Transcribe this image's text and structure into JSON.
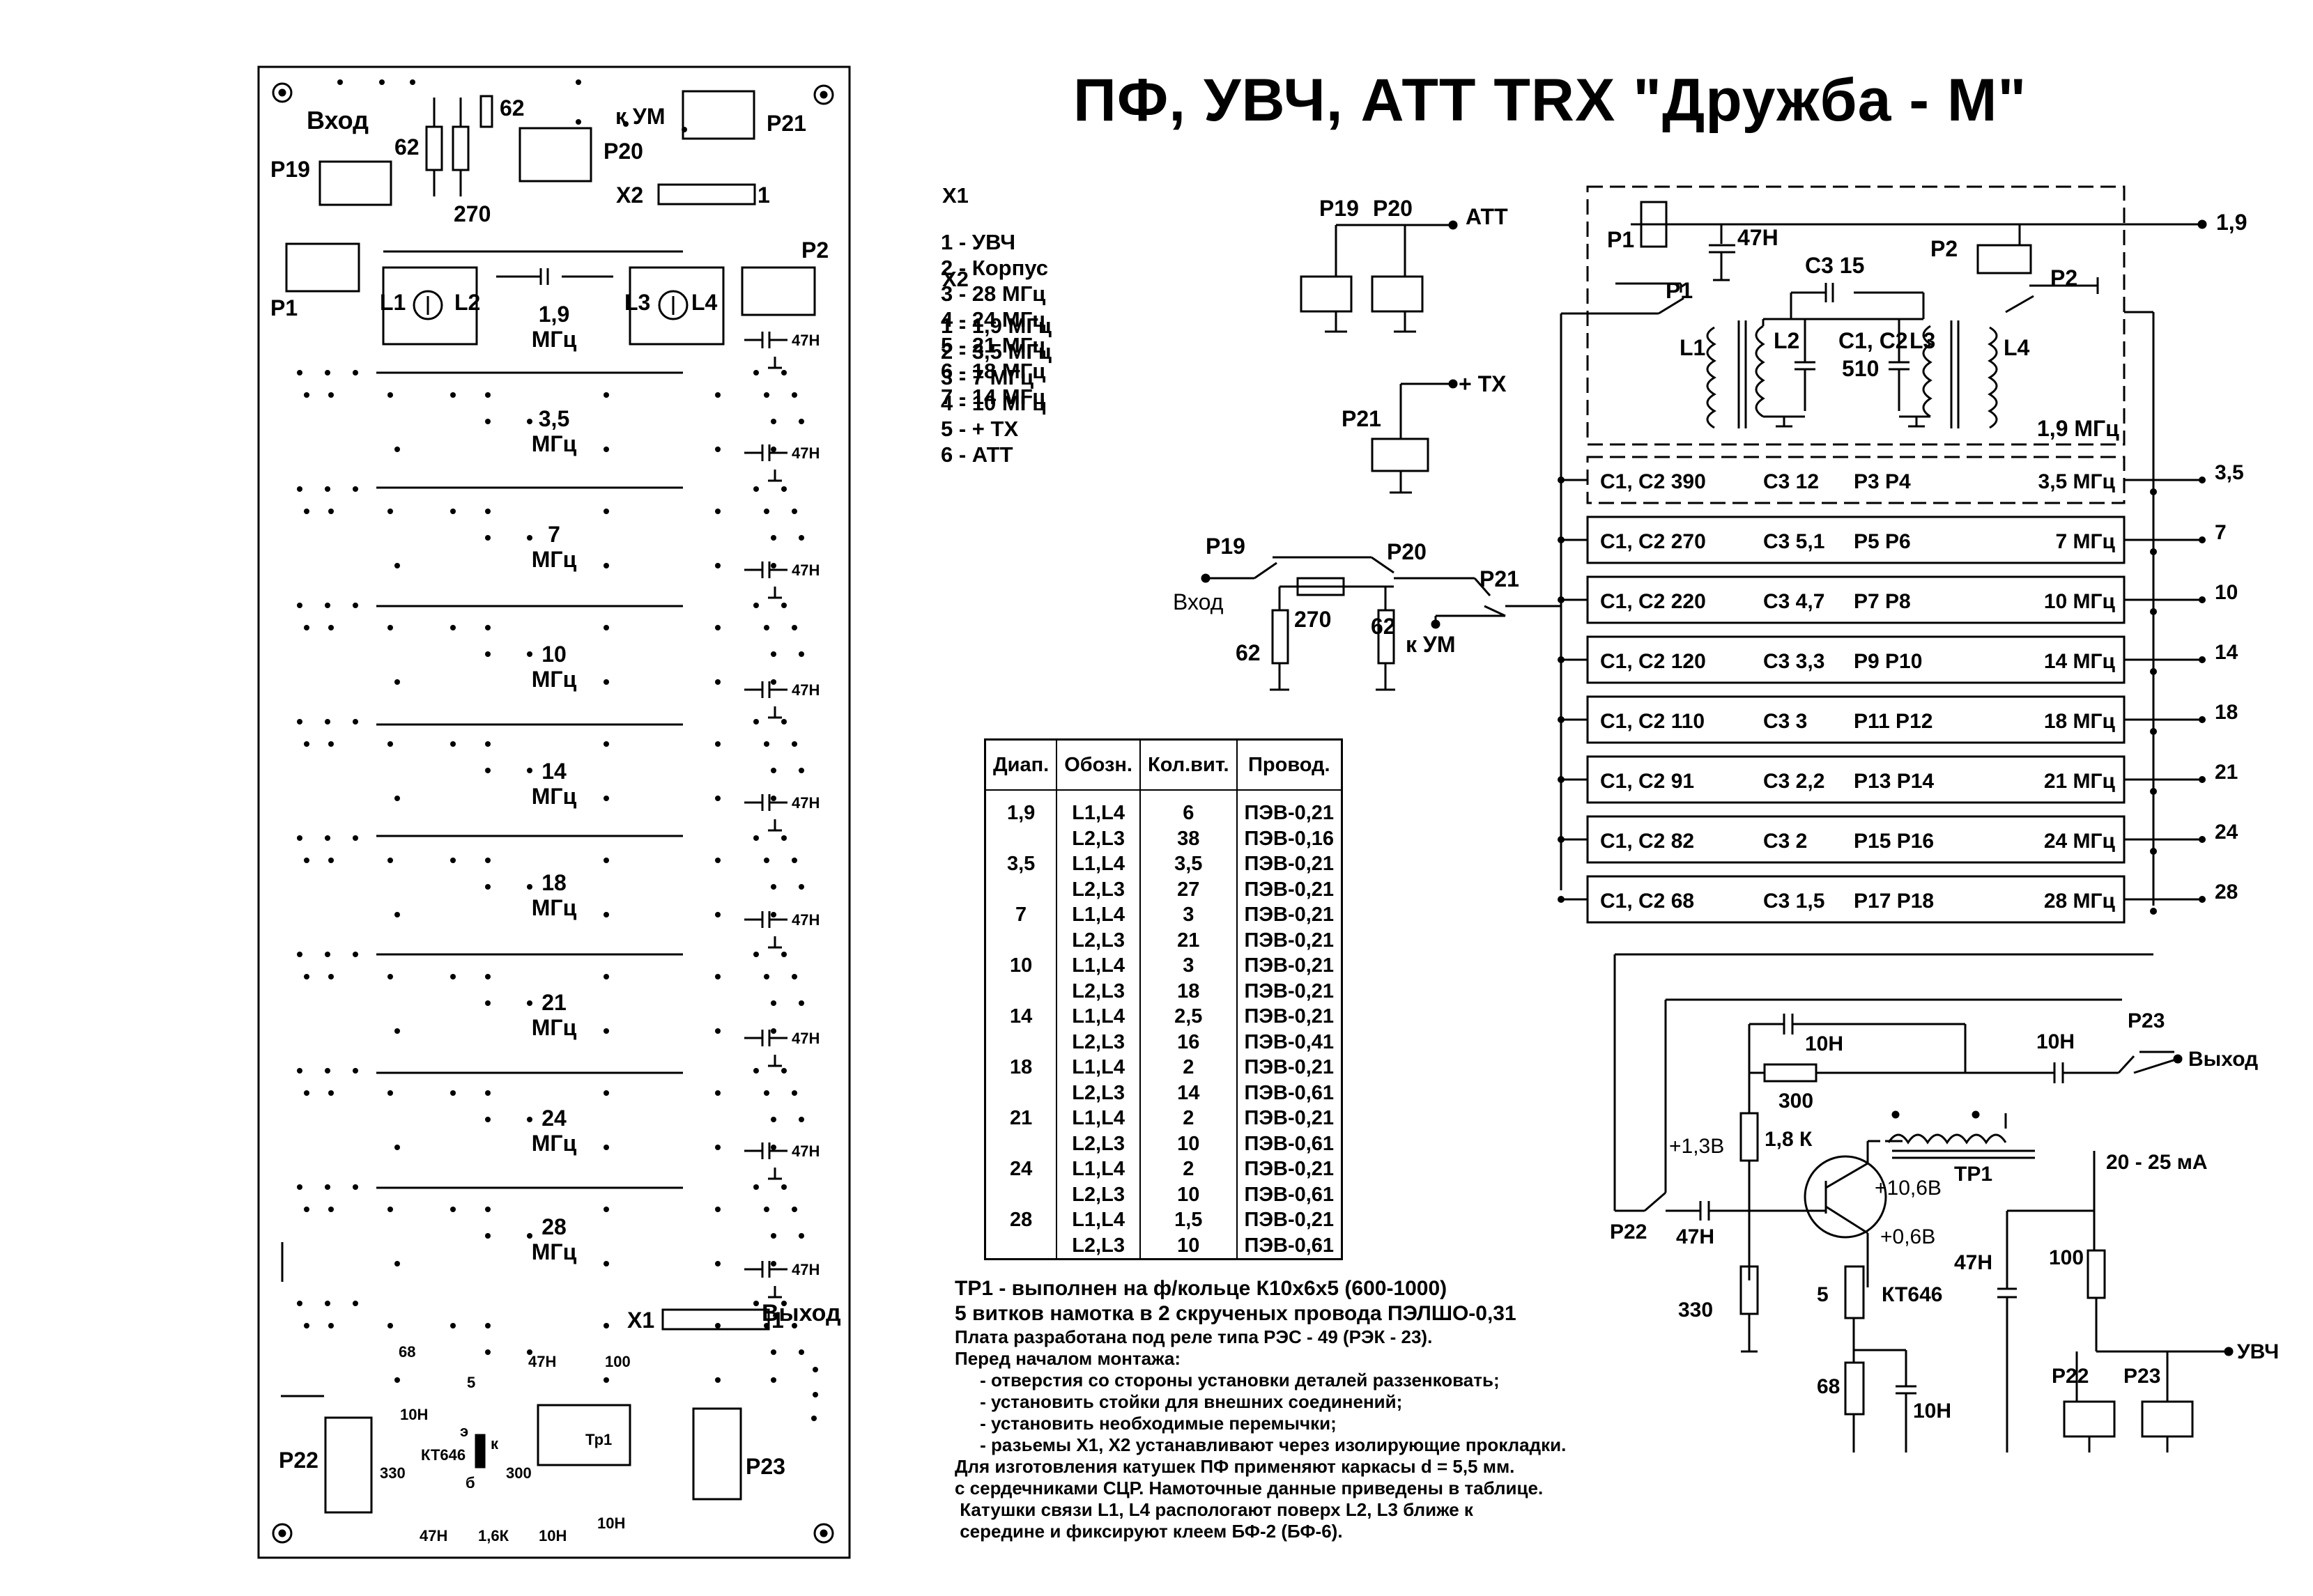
{
  "title": "ПФ, УВЧ, АТТ  TRX \"Дружба - М\"",
  "legend": {
    "x1_header": "X1",
    "x1_items": [
      "1 - УВЧ",
      "2 - Корпус",
      "3 - 28  МГц",
      "4 - 24 МГц",
      "5 - 21 МГц",
      "6 - 18 МГц",
      "7 - 14 МГц"
    ],
    "x2_header": "X2",
    "x2_items": [
      "1 - 1,9 МГц",
      "2 - 3,5 МГц",
      "3 -  7  МГц",
      "4 - 10 МГц",
      "5 - + TX",
      "6 - АТТ"
    ]
  },
  "winding_table": {
    "headers": [
      "Диап.",
      "Обозн.",
      "Кол.вит.",
      "Провод."
    ],
    "rows": [
      [
        "1,9",
        "L1,L4",
        "6",
        "ПЭВ-0,21"
      ],
      [
        "",
        "L2,L3",
        "38",
        "ПЭВ-0,16"
      ],
      [
        "3,5",
        "L1,L4",
        "3,5",
        "ПЭВ-0,21"
      ],
      [
        "",
        "L2,L3",
        "27",
        "ПЭВ-0,21"
      ],
      [
        "7",
        "L1,L4",
        "3",
        "ПЭВ-0,21"
      ],
      [
        "",
        "L2,L3",
        "21",
        "ПЭВ-0,21"
      ],
      [
        "10",
        "L1,L4",
        "3",
        "ПЭВ-0,21"
      ],
      [
        "",
        "L2,L3",
        "18",
        "ПЭВ-0,21"
      ],
      [
        "14",
        "L1,L4",
        "2,5",
        "ПЭВ-0,21"
      ],
      [
        "",
        "L2,L3",
        "16",
        "ПЭВ-0,41"
      ],
      [
        "18",
        "L1,L4",
        "2",
        "ПЭВ-0,21"
      ],
      [
        "",
        "L2,L3",
        "14",
        "ПЭВ-0,61"
      ],
      [
        "21",
        "L1,L4",
        "2",
        "ПЭВ-0,21"
      ],
      [
        "",
        "L2,L3",
        "10",
        "ПЭВ-0,61"
      ],
      [
        "24",
        "L1,L4",
        "2",
        "ПЭВ-0,21"
      ],
      [
        "",
        "L2,L3",
        "10",
        "ПЭВ-0,61"
      ],
      [
        "28",
        "L1,L4",
        "1,5",
        "ПЭВ-0,21"
      ],
      [
        "",
        "L2,L3",
        "10",
        "ПЭВ-0,61"
      ]
    ]
  },
  "notes": {
    "line1": "ТР1 - выполнен на ф/кольце К10х6х5 (600-1000)",
    "line2": " 5 витков намотка в 2 скрученых провода ПЭЛШО-0,31",
    "lines": [
      "Плата разработана под реле типа РЭС - 49 (РЭК - 23).",
      "Перед началом монтажа:",
      "     - отверстия со стороны установки деталей раззенковать;",
      "     - установить стойки для внешних соединений;",
      "     - установить необходимые перемычки;",
      "     - разьемы Х1, Х2 устанавливают через изолирующие прокладки.",
      "Для изготовления катушек ПФ применяют каркасы d = 5,5 мм.",
      "с сердечниками СЦР. Намоточные данные приведены в таблице.",
      " Катушки связи L1, L4 распологают поверх L2, L3 ближе к",
      " середине и фиксируют клеем БФ-2 (БФ-6)."
    ]
  },
  "board": {
    "vhod": "Вход",
    "k_um": "к УМ",
    "p19": "P19",
    "p20": "P20",
    "p21": "P21",
    "p1": "P1",
    "p2": "P2",
    "x2": "X2",
    "x2_pin": "1",
    "x1": "X1",
    "x1_pin": "1",
    "r62a": "62",
    "r62b": "62",
    "r270": "270",
    "l1": "L1",
    "l2": "L2",
    "l3": "L3",
    "l4": "L4",
    "cap47": "47Н",
    "bands": [
      "1,9",
      "3,5",
      "7",
      "10",
      "14",
      "18",
      "21",
      "24",
      "28"
    ],
    "mhz": "МГц",
    "vyhod": "Выход",
    "p22": "P22",
    "p23": "P23",
    "c68": "68",
    "c10n": "10Н",
    "c5": "5",
    "c47h": "47Н",
    "r100": "100",
    "kt646": "КТ646",
    "e": "э",
    "k": "к",
    "b": "б",
    "tr1": "Тр1",
    "r330": "330",
    "r300": "300",
    "r16k": "1,6К",
    "c10n_b": "10Н",
    "c10n_c": "10Н"
  },
  "scheme_top": {
    "p19": "P19",
    "p20": "P20",
    "att": "АТТ",
    "p21": "P21",
    "plus_tx": "+ TX",
    "vhod": "Вход",
    "k_um": "к УМ",
    "r270": "270",
    "r62a": "62",
    "r62b": "62",
    "p1": "P1",
    "p2": "P2",
    "c47": "47Н",
    "v19": "1,9",
    "c3_15": "С3 15",
    "l1": "L1",
    "l2": "L2",
    "l3": "L3",
    "l4": "L4",
    "c1c2": "С1, С2",
    "c510": "510",
    "band19": "1,9 МГц"
  },
  "bands": [
    {
      "c12": "С1, С2 390",
      "c3": "С3 12",
      "relays": "P3 P4",
      "band": "3,5 МГц",
      "out": "3,5"
    },
    {
      "c12": "С1, С2 270",
      "c3": "С3 5,1",
      "relays": "P5 P6",
      "band": "7 МГц",
      "out": "7"
    },
    {
      "c12": "С1, С2 220",
      "c3": "С3 4,7",
      "relays": "P7 P8",
      "band": "10 МГц",
      "out": "10"
    },
    {
      "c12": "С1, С2 120",
      "c3": "С3 3,3",
      "relays": "P9 P10",
      "band": "14 МГц",
      "out": "14"
    },
    {
      "c12": "С1, С2 110",
      "c3": "С3 3",
      "relays": "P11 P12",
      "band": "18 МГц",
      "out": "18"
    },
    {
      "c12": "С1, С2 91",
      "c3": "С3 2,2",
      "relays": "P13 P14",
      "band": "21 МГц",
      "out": "21"
    },
    {
      "c12": "С1, С2 82",
      "c3": "С3  2",
      "relays": "P15 P16",
      "band": "24 МГц",
      "out": "24"
    },
    {
      "c12": "С1, С2 68",
      "c3": "С3 1,5",
      "relays": "P17 P18",
      "band": "28 МГц",
      "out": "28"
    }
  ],
  "amp": {
    "c10n_a": "10Н",
    "c10n_b": "10Н",
    "p23": "P23",
    "vyhod": "Выход",
    "r300": "300",
    "r18k": "1,8 К",
    "v13": "+1,3В",
    "v106": "+10,6В",
    "tr1": "ТР1",
    "ma": "20 - 25 мА",
    "p22": "P22",
    "c47": "47Н",
    "v06": "+0,6В",
    "r330": "330",
    "r5": "5",
    "kt646": "КТ646",
    "c47n": "47Н",
    "r100": "100",
    "uvch": "УВЧ",
    "p22b": "P22",
    "p23b": "P23",
    "r68": "68",
    "c10n_c": "10Н"
  }
}
